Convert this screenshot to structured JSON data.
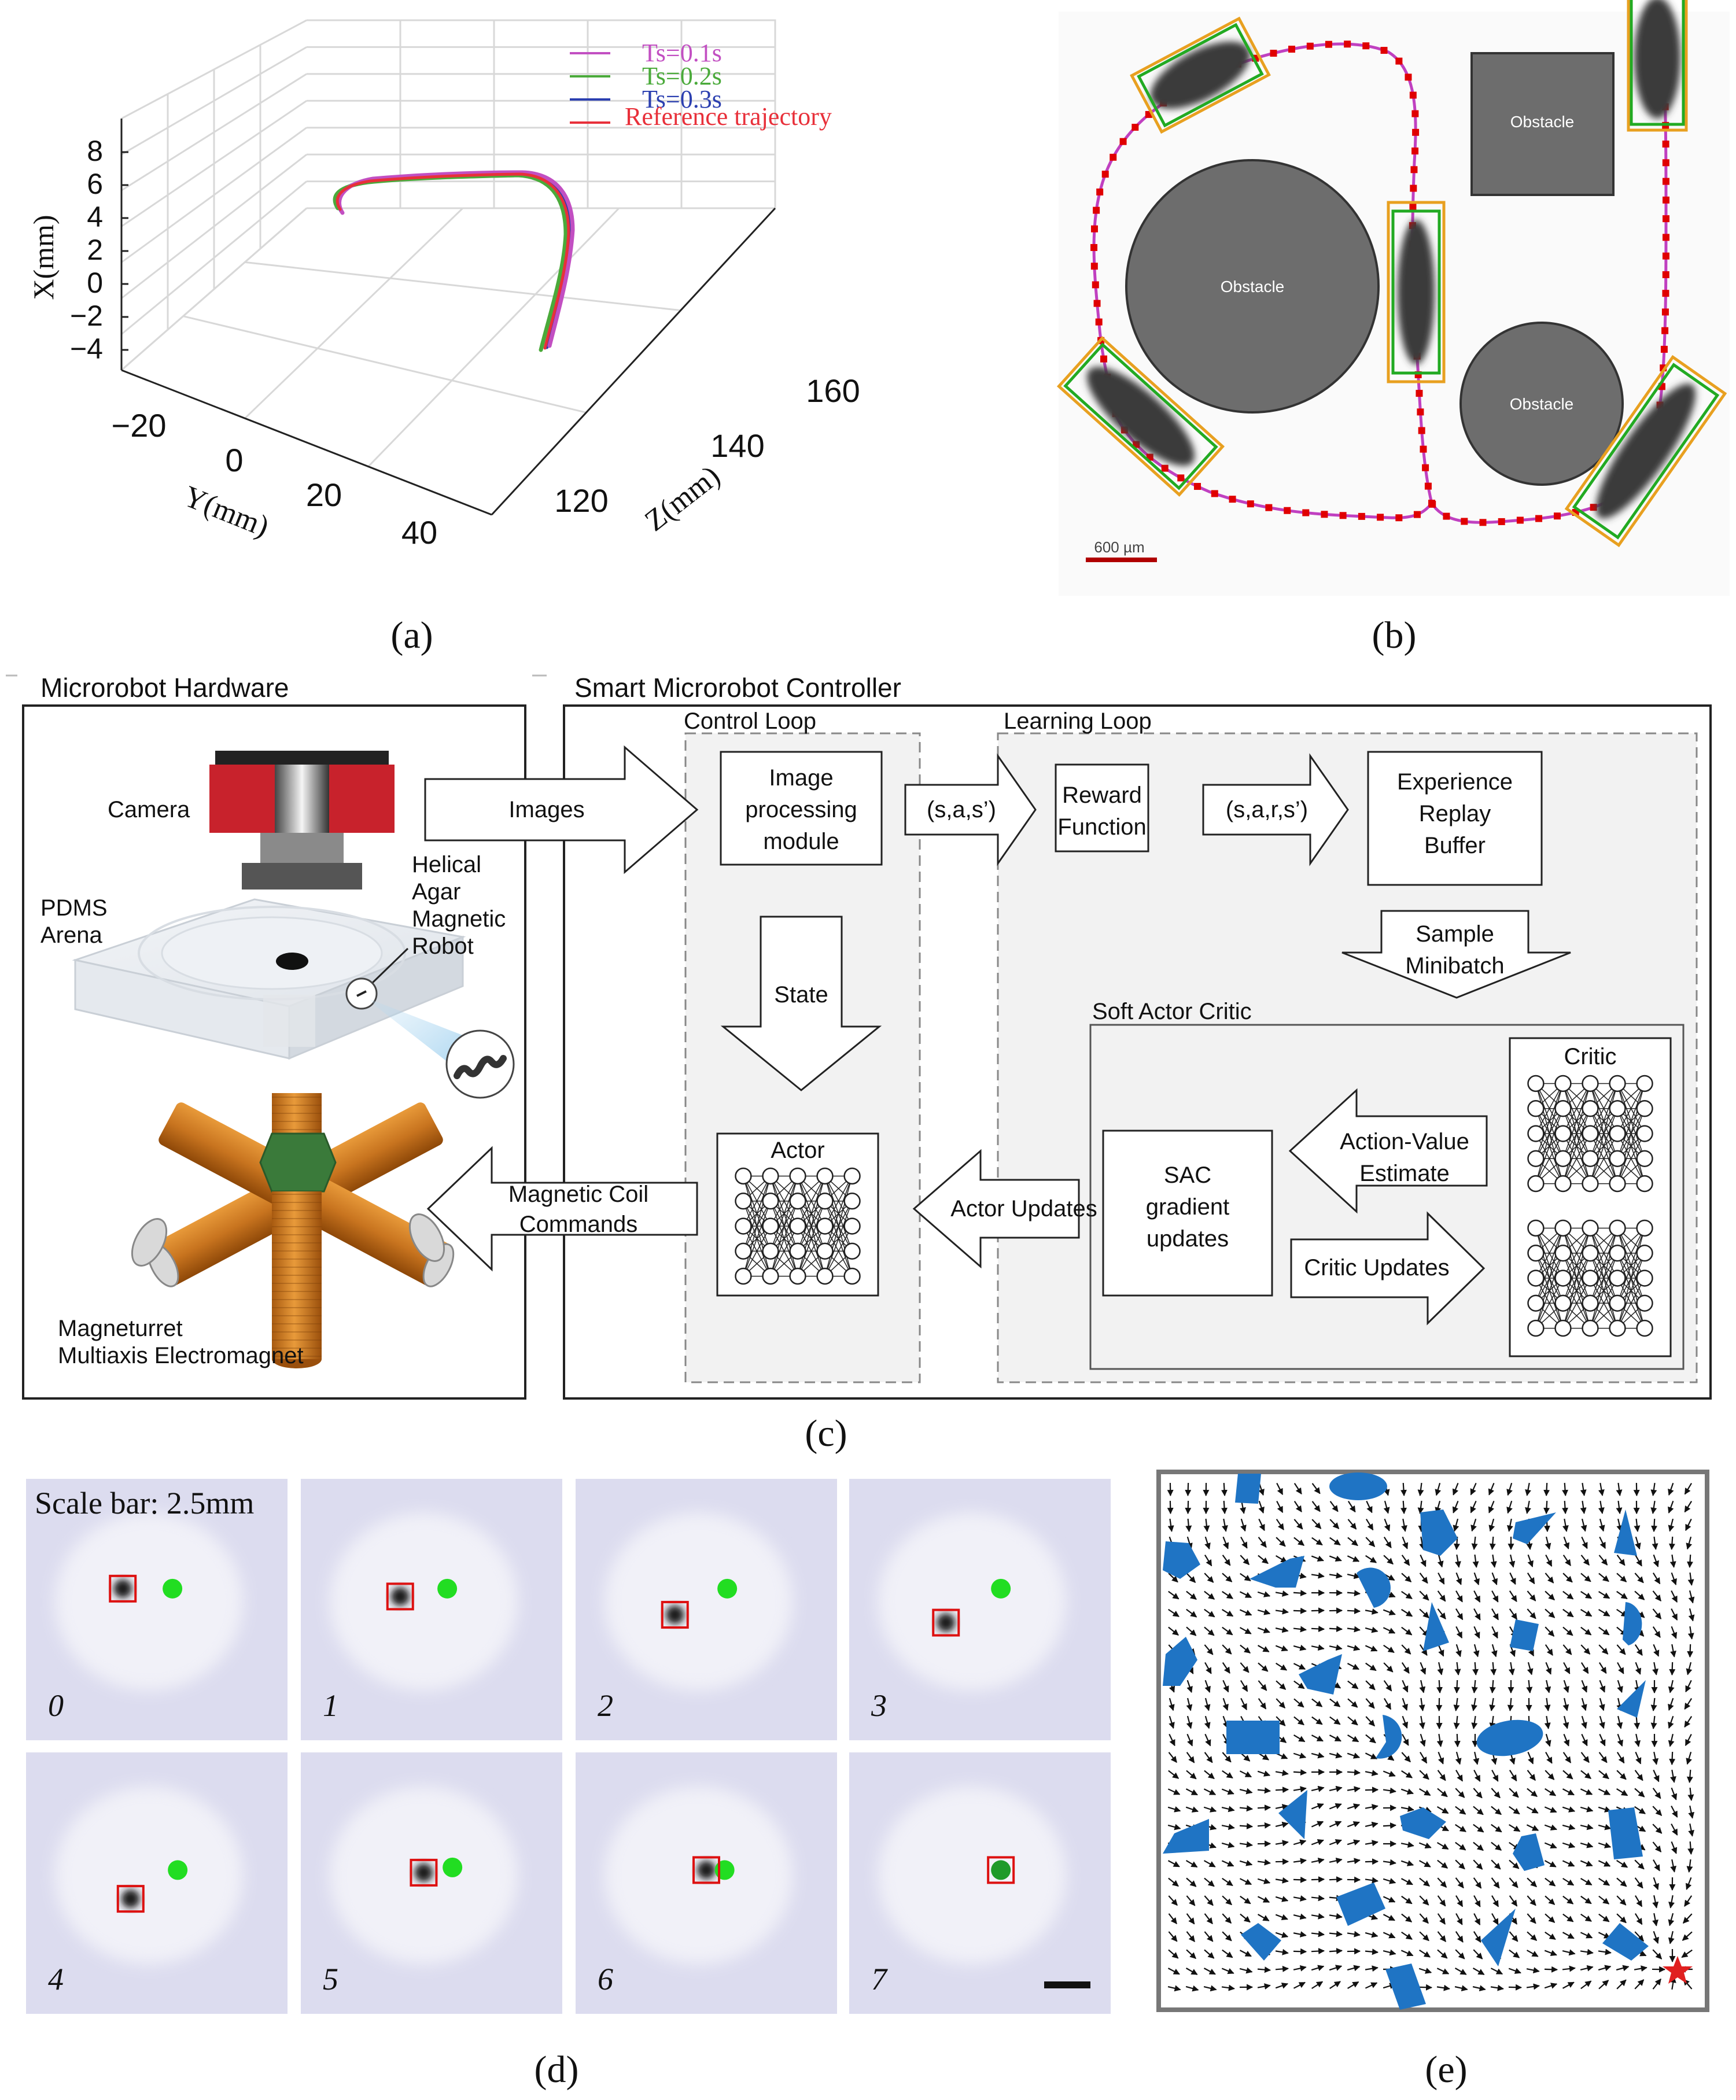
{
  "panel_a": {
    "caption": "(a)",
    "legend": [
      {
        "label": "Ts=0.1s",
        "color": "#c24fc2"
      },
      {
        "label": "Ts=0.2s",
        "color": "#4aaa3a"
      },
      {
        "label": "Ts=0.3s",
        "color": "#2b3fb0"
      },
      {
        "label": "Reference trajectory",
        "color": "#e8303a"
      }
    ],
    "x_axis": {
      "label": "X(mm)",
      "ticks": [
        "8",
        "6",
        "4",
        "2",
        "0",
        "−2",
        "−4"
      ]
    },
    "y_axis": {
      "label": "Y(mm)",
      "ticks": [
        "−20",
        "0",
        "20",
        "40"
      ]
    },
    "z_axis": {
      "label": "Z(mm)",
      "ticks": [
        "120",
        "140",
        "160"
      ]
    }
  },
  "panel_b": {
    "caption": "(b)",
    "obstacle_label": "Obstacle",
    "scale_label": "600 µm",
    "colors": {
      "path": "#c040c0",
      "dots": "#e00000",
      "box_green": "#22aa22",
      "box_orange": "#e8a020",
      "obstacle": "#6d6d6d"
    }
  },
  "panel_c": {
    "caption": "(c)",
    "hardware_title": "Microrobot Hardware",
    "controller_title": "Smart Microrobot Controller",
    "control_loop": "Control Loop",
    "learning_loop": "Learning Loop",
    "camera": "Camera",
    "pdms": [
      "PDMS",
      "Arena"
    ],
    "helical": [
      "Helical",
      "Agar",
      "Magnetic",
      "Robot"
    ],
    "magneturret": [
      "Magneturret",
      "Multiaxis Electromagnet"
    ],
    "images_arrow": "Images",
    "image_processing": [
      "Image",
      "processing",
      "module"
    ],
    "sas_arrow": "(s,a,s’)",
    "reward": [
      "Reward",
      "Function"
    ],
    "sars_arrow": "(s,a,r,s’)",
    "replay": [
      "Experience",
      "Replay",
      "Buffer"
    ],
    "sample": [
      "Sample",
      "Minibatch"
    ],
    "state": "State",
    "sac_title": "Soft Actor Critic",
    "critic": "Critic",
    "action_value": [
      "Action-Value",
      "Estimate"
    ],
    "sac_updates": [
      "SAC",
      "gradient",
      "updates"
    ],
    "critic_updates": "Critic Updates",
    "actor": "Actor",
    "actor_updates": "Actor Updates",
    "coil_commands": [
      "Magnetic Coil",
      "Commands"
    ]
  },
  "panel_d": {
    "caption": "(d)",
    "scale_text": "Scale bar: 2.5mm",
    "frames": [
      "0",
      "1",
      "2",
      "3",
      "4",
      "5",
      "6",
      "7"
    ]
  },
  "panel_e": {
    "caption": "(e)",
    "colors": {
      "obstacle": "#1f74c4",
      "goal": "#e02020",
      "arrow": "#111111"
    }
  }
}
